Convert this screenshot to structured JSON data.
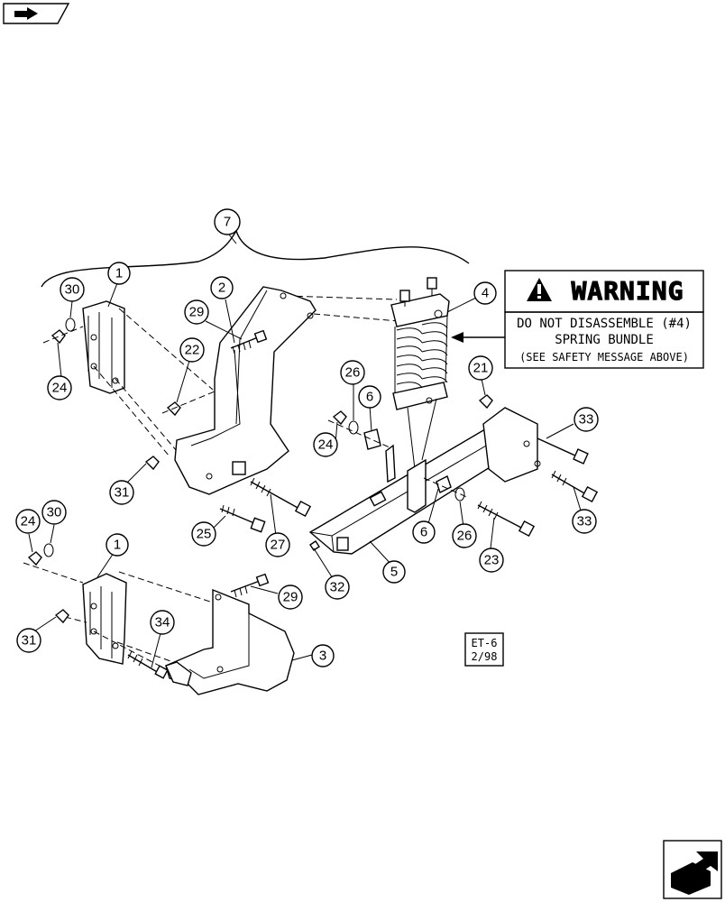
{
  "nav": {
    "prev_icon": "book-arrow-icon",
    "next_icon": "next-page-arrow-icon"
  },
  "warning": {
    "heading": "WARNING",
    "line1": "DO NOT DISASSEMBLE (#4)",
    "line2": "SPRING BUNDLE",
    "line3": "(SEE SAFETY MESSAGE ABOVE)"
  },
  "stamp": {
    "line1": "ET-6",
    "line2": "2/98"
  },
  "callouts": [
    "1",
    "2",
    "3",
    "4",
    "5",
    "6",
    "7",
    "21",
    "22",
    "23",
    "24",
    "25",
    "26",
    "27",
    "29",
    "30",
    "31",
    "32",
    "33",
    "34"
  ]
}
